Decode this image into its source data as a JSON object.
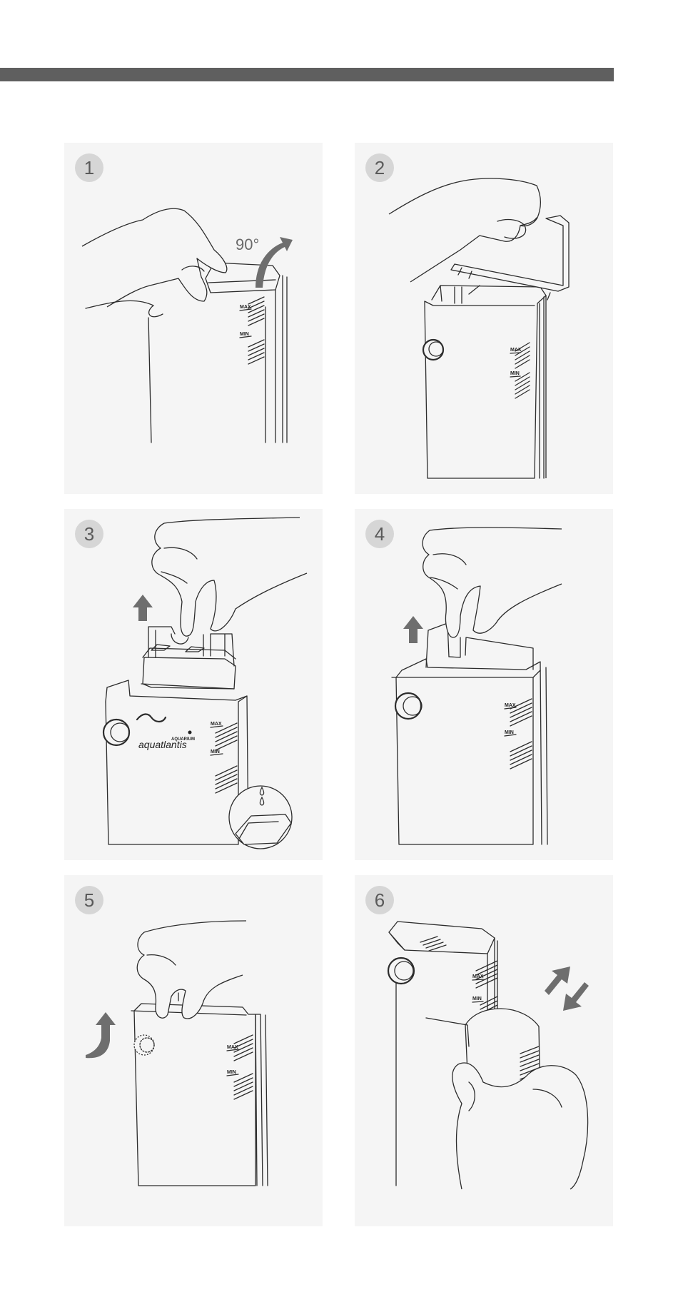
{
  "steps": [
    {
      "number": "1",
      "angle_label": "90°"
    },
    {
      "number": "2"
    },
    {
      "number": "3",
      "brand_small": "AQUARIUM",
      "brand_name": "aquatlantis"
    },
    {
      "number": "4"
    },
    {
      "number": "5"
    },
    {
      "number": "6"
    }
  ],
  "filter_labels": {
    "max": "MAX",
    "min": "MIN"
  },
  "colors": {
    "top_bar": "#5f5f5f",
    "panel_bg": "#f5f5f5",
    "badge_bg": "#d6d6d6",
    "arrow": "#6e6e6e"
  },
  "icons": [
    "hand-icon",
    "arrow-up-icon",
    "rotate-arrow-icon",
    "water-drop-icon",
    "sponge-icon"
  ]
}
